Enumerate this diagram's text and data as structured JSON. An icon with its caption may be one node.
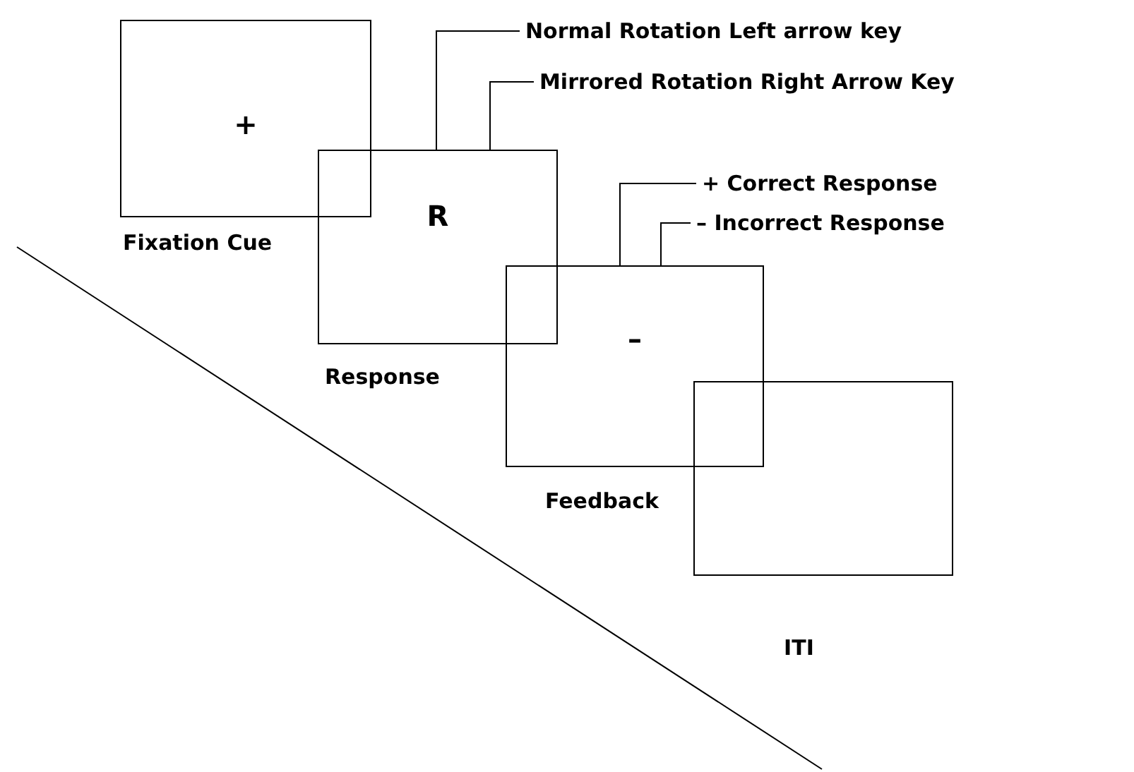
{
  "diagram": {
    "nodes": [
      {
        "text": [
          "+"
        ],
        "beside": [
          "Fixation Cue"
        ]
      },
      {
        "text": [
          "R"
        ],
        "beside": [
          "Response"
        ]
      },
      {
        "text": [
          "–"
        ],
        "beside": [
          "Feedback"
        ]
      },
      {
        "text": [],
        "shape": "box",
        "beside": [
          "ITI"
        ]
      },
      {
        "text": [
          "Normal Rotation Left arrow key"
        ]
      },
      {
        "text": [
          "Mirrored Rotation Right Arrow Key"
        ]
      },
      {
        "text": [
          "+ Correct Response"
        ]
      },
      {
        "text": [
          "– Incorrect Response"
        ]
      }
    ],
    "edges": [
      {
        "from": 4,
        "to": 1,
        "arrow": "none"
      },
      {
        "from": 5,
        "to": 1,
        "arrow": "none"
      },
      {
        "from": 6,
        "to": 2,
        "arrow": "none"
      },
      {
        "from": 7,
        "to": 2,
        "arrow": "none"
      }
    ]
  }
}
